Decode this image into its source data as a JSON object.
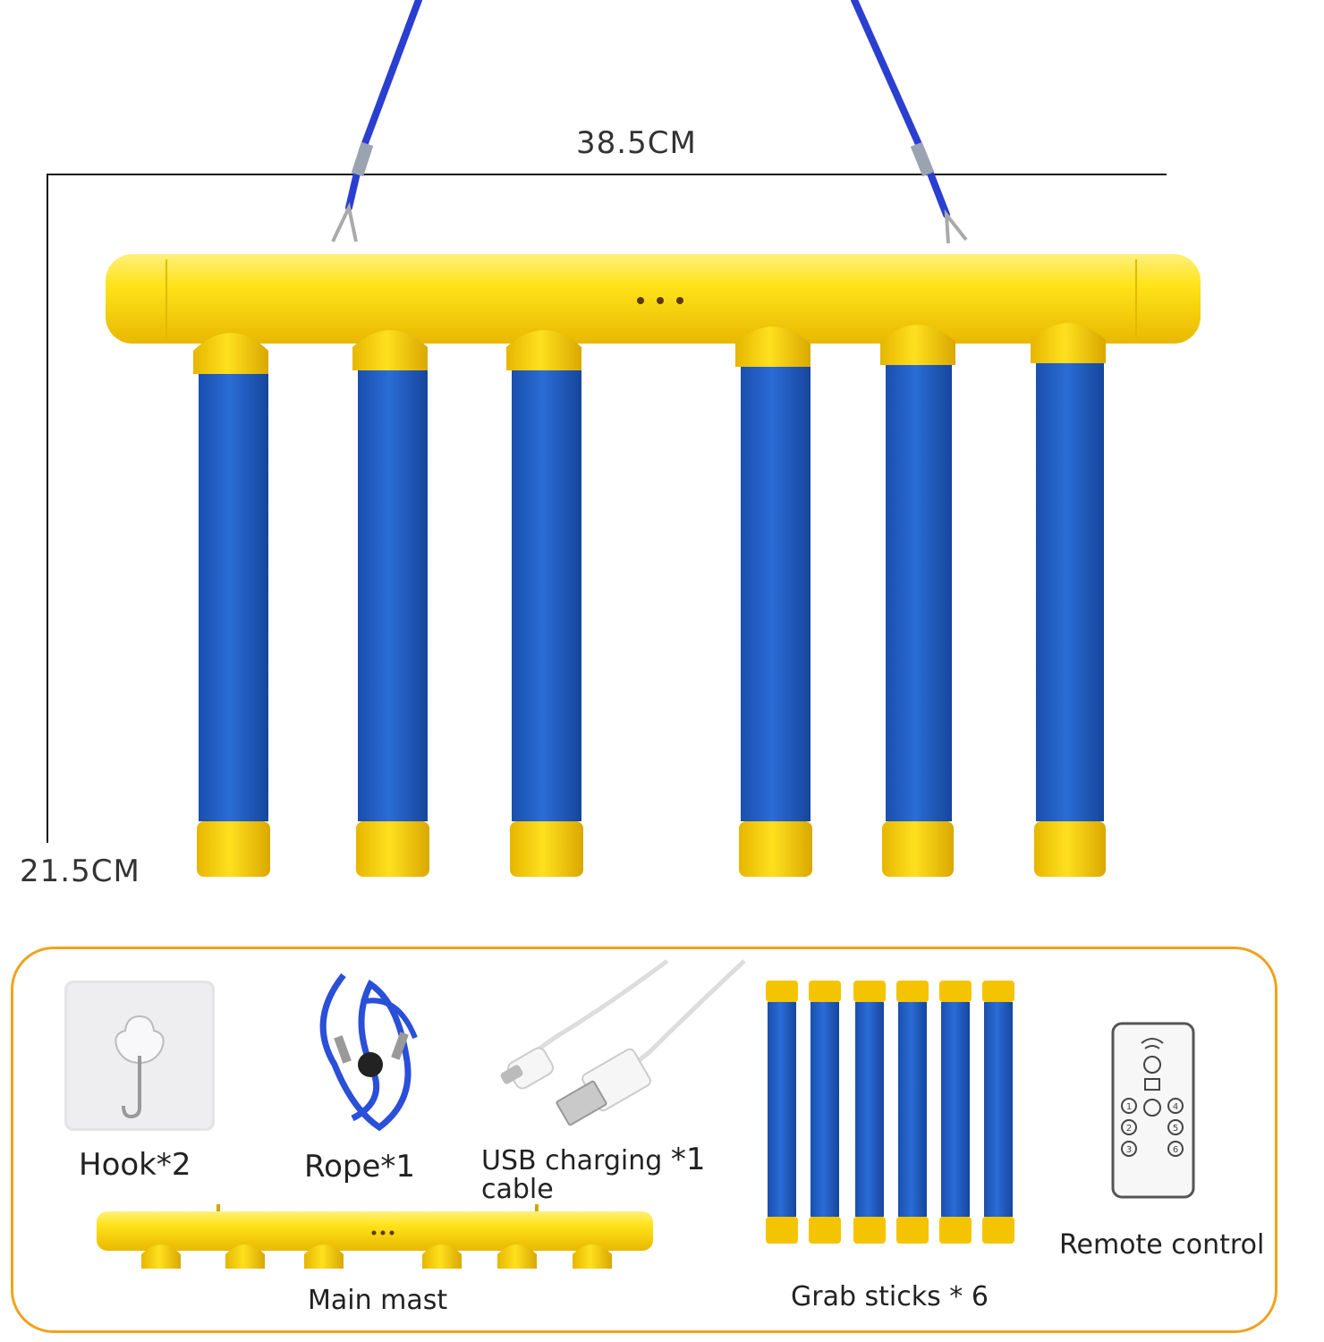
{
  "dimensions": {
    "width_label": "38.5CM",
    "height_label": "21.5CM"
  },
  "product": {
    "stick_count": 6,
    "colors": {
      "bar": "#ffd800",
      "foam": "#1f5fc6",
      "rope": "#2a3fd0"
    }
  },
  "parts": [
    {
      "label": "Hook",
      "qty": "*2"
    },
    {
      "label": "Rope",
      "qty": "*1"
    },
    {
      "label": "USB charging",
      "qty": "*1",
      "label_line2": "cable"
    },
    {
      "label": "Grab sticks * 6"
    },
    {
      "label": "Remote control"
    },
    {
      "label": "Main mast"
    }
  ],
  "remote": {
    "buttons": [
      "1",
      "2",
      "3",
      "4",
      "5",
      "6"
    ]
  }
}
